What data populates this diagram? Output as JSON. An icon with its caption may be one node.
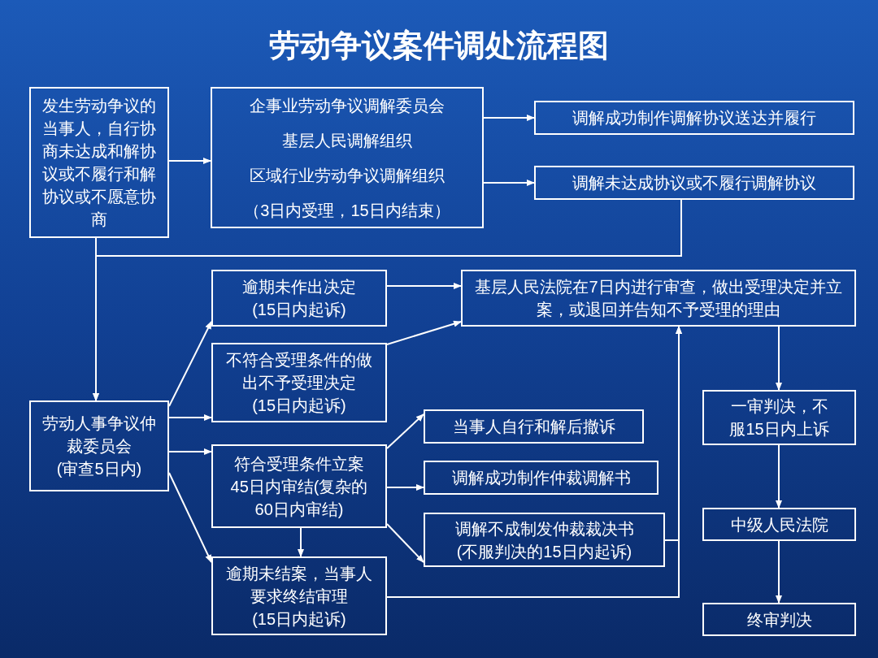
{
  "diagram": {
    "title": "劳动争议案件调处流程图",
    "nodes": [
      {
        "text": [
          "发生劳动争议的当事人，自行协商未达成和解协议或不履行和解协议或不愿意协商"
        ]
      },
      {
        "text": [
          "企事业劳动争议调解委员会",
          "基层人民调解组织",
          "区域行业劳动争议调解组织",
          "（3日内受理，15日内结束）"
        ]
      },
      {
        "text": [
          "调解成功制作调解协议送达并履行"
        ]
      },
      {
        "text": [
          "调解未达成协议或不履行调解协议"
        ]
      },
      {
        "text": [
          "逾期未作出决定",
          "(15日内起诉)"
        ]
      },
      {
        "text": [
          "基层人民法院在7日内进行审查，做出受理决定并立案，或退回并告知不予受理的理由"
        ]
      },
      {
        "text": [
          "不符合受理条件的做出不予受理决定",
          "(15日内起诉)"
        ]
      },
      {
        "text": [
          "劳动人事争议仲裁委员会",
          "(审查5日内)"
        ]
      },
      {
        "text": [
          "当事人自行和解后撤诉"
        ]
      },
      {
        "text": [
          "符合受理条件立案45日内审结(复杂的60日内审结)"
        ]
      },
      {
        "text": [
          "调解成功制作仲裁调解书"
        ]
      },
      {
        "text": [
          "调解不成制发仲裁裁决书",
          "(不服判决的15日内起诉)"
        ]
      },
      {
        "text": [
          "逾期未结案，当事人要求终结审理",
          "(15日内起诉)"
        ]
      },
      {
        "text": [
          "一审判决，不服15日内上诉"
        ]
      },
      {
        "text": [
          "中级人民法院"
        ]
      },
      {
        "text": [
          "终审判决"
        ]
      }
    ],
    "edges": [
      {
        "from": 0,
        "to": 1,
        "arrow": "to"
      },
      {
        "from": 1,
        "to": 2,
        "arrow": "to"
      },
      {
        "from": 1,
        "to": 3,
        "arrow": "to"
      },
      {
        "from": 3,
        "to": 7,
        "arrow": "to"
      },
      {
        "from": 0,
        "to": 7,
        "arrow": "to"
      },
      {
        "from": 7,
        "to": 4,
        "arrow": "to"
      },
      {
        "from": 7,
        "to": 6,
        "arrow": "to"
      },
      {
        "from": 7,
        "to": 9,
        "arrow": "to"
      },
      {
        "from": 7,
        "to": 12,
        "arrow": "to"
      },
      {
        "from": 4,
        "to": 5,
        "arrow": "to"
      },
      {
        "from": 6,
        "to": 5,
        "arrow": "to"
      },
      {
        "from": 9,
        "to": 8,
        "arrow": "to"
      },
      {
        "from": 9,
        "to": 10,
        "arrow": "to"
      },
      {
        "from": 9,
        "to": 11,
        "arrow": "to"
      },
      {
        "from": 9,
        "to": 12,
        "arrow": "to"
      },
      {
        "from": 11,
        "to": 5,
        "arrow": "to"
      },
      {
        "from": 12,
        "to": 5,
        "arrow": "to"
      },
      {
        "from": 5,
        "to": 13,
        "arrow": "to"
      },
      {
        "from": 13,
        "to": 14,
        "arrow": "to"
      },
      {
        "from": 14,
        "to": 15,
        "arrow": "to"
      }
    ]
  }
}
